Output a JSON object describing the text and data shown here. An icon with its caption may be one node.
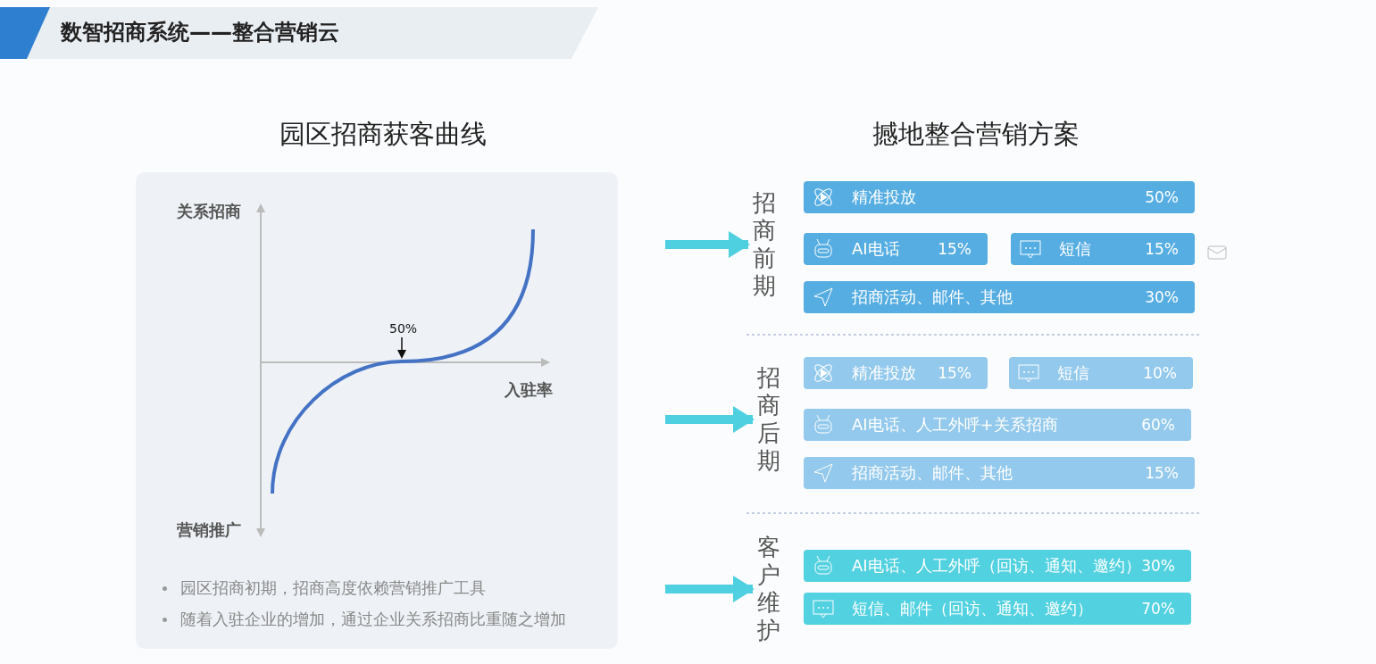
{
  "diagram": {
    "title": "数智招商系统——整合营销云",
    "nodes": [
      {
        "text": [
          "招商前期"
        ]
      },
      {
        "text": [
          "精准投放",
          "50%"
        ]
      },
      {
        "text": [
          "AI电话",
          "15%"
        ]
      },
      {
        "text": [
          "短信",
          "15%"
        ]
      },
      {
        "text": [
          "招商活动、邮件、其他",
          "30%"
        ]
      },
      {
        "text": [
          "招商后期"
        ]
      },
      {
        "text": [
          "精准投放",
          "15%"
        ]
      },
      {
        "text": [
          "短信",
          "10%"
        ]
      },
      {
        "text": [
          "AI电话、人工外呼+关系招商",
          "60%"
        ]
      },
      {
        "text": [
          "招商活动、邮件、其他",
          "15%"
        ]
      },
      {
        "text": [
          "客户维护"
        ]
      },
      {
        "text": [
          "AI电话、人工外呼（回访、通知、邀约）",
          "30%"
        ]
      },
      {
        "text": [
          "短信、邮件（回访、通知、邀约）",
          "70%"
        ]
      }
    ],
    "edges": [
      {
        "from": null,
        "to": 0,
        "arrow": "to"
      },
      {
        "from": null,
        "to": 5,
        "arrow": "to"
      },
      {
        "from": null,
        "to": 10,
        "arrow": "to"
      }
    ],
    "labels": [
      "园区招商获客曲线",
      "关系招商",
      "50%",
      "入驻率",
      "营销推广",
      "园区招商初期，招商高度依赖营销推广工具",
      "随着入驻企业的增加，通过企业关系招商比重随之增加",
      "撼地整合营销方案"
    ]
  }
}
